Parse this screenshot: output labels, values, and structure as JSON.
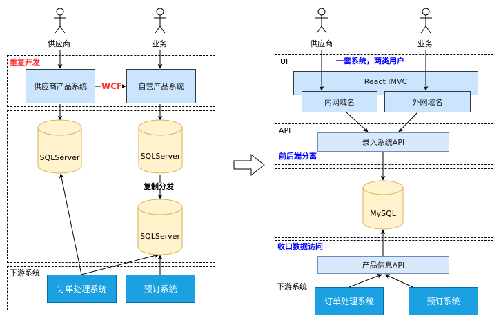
{
  "left": {
    "actors": [
      {
        "label": "供应商",
        "icon": "stick-figure-icon"
      },
      {
        "label": "业务",
        "icon": "stick-figure-icon"
      }
    ],
    "frames": {
      "top_title": "重复开发",
      "bottom_title": "下游系统"
    },
    "boxes": {
      "supplier_product": "供应商产品系统",
      "own_product": "自营产品系统",
      "order_processing": "订单处理系统",
      "booking": "预订系统"
    },
    "edges": {
      "wcf": "WCF",
      "replication": "复制分发"
    },
    "databases": [
      "SQLServer",
      "SQLServer",
      "SQLServer"
    ]
  },
  "transition_icon": "hollow-right-arrow-icon",
  "right": {
    "actors": [
      {
        "label": "供应商",
        "icon": "stick-figure-icon"
      },
      {
        "label": "业务",
        "icon": "stick-figure-icon"
      }
    ],
    "frames": {
      "ui_title": "UI",
      "ui_note": "一套系统，两类用户",
      "api_title": "API",
      "api_note": "前后端分离",
      "access_note": "收口数据访问",
      "downstream_title": "下游系统"
    },
    "boxes": {
      "react_imvc": "React IMVC",
      "intranet_domain": "内网域名",
      "extranet_domain": "外网域名",
      "entry_api": "录入系统API",
      "product_info_api": "产品信息API",
      "order_processing": "订单处理系统",
      "booking": "预订系统"
    },
    "databases": [
      "MySQL"
    ]
  },
  "colors": {
    "light_box": "#cce5ff",
    "api_box": "#dae8fc",
    "blue_box": "#1ba1e2",
    "cylinder_fill": "#fff2cc",
    "cylinder_stroke": "#d6b656",
    "red_text": "#ff3333",
    "blue_text": "#0000ff"
  }
}
